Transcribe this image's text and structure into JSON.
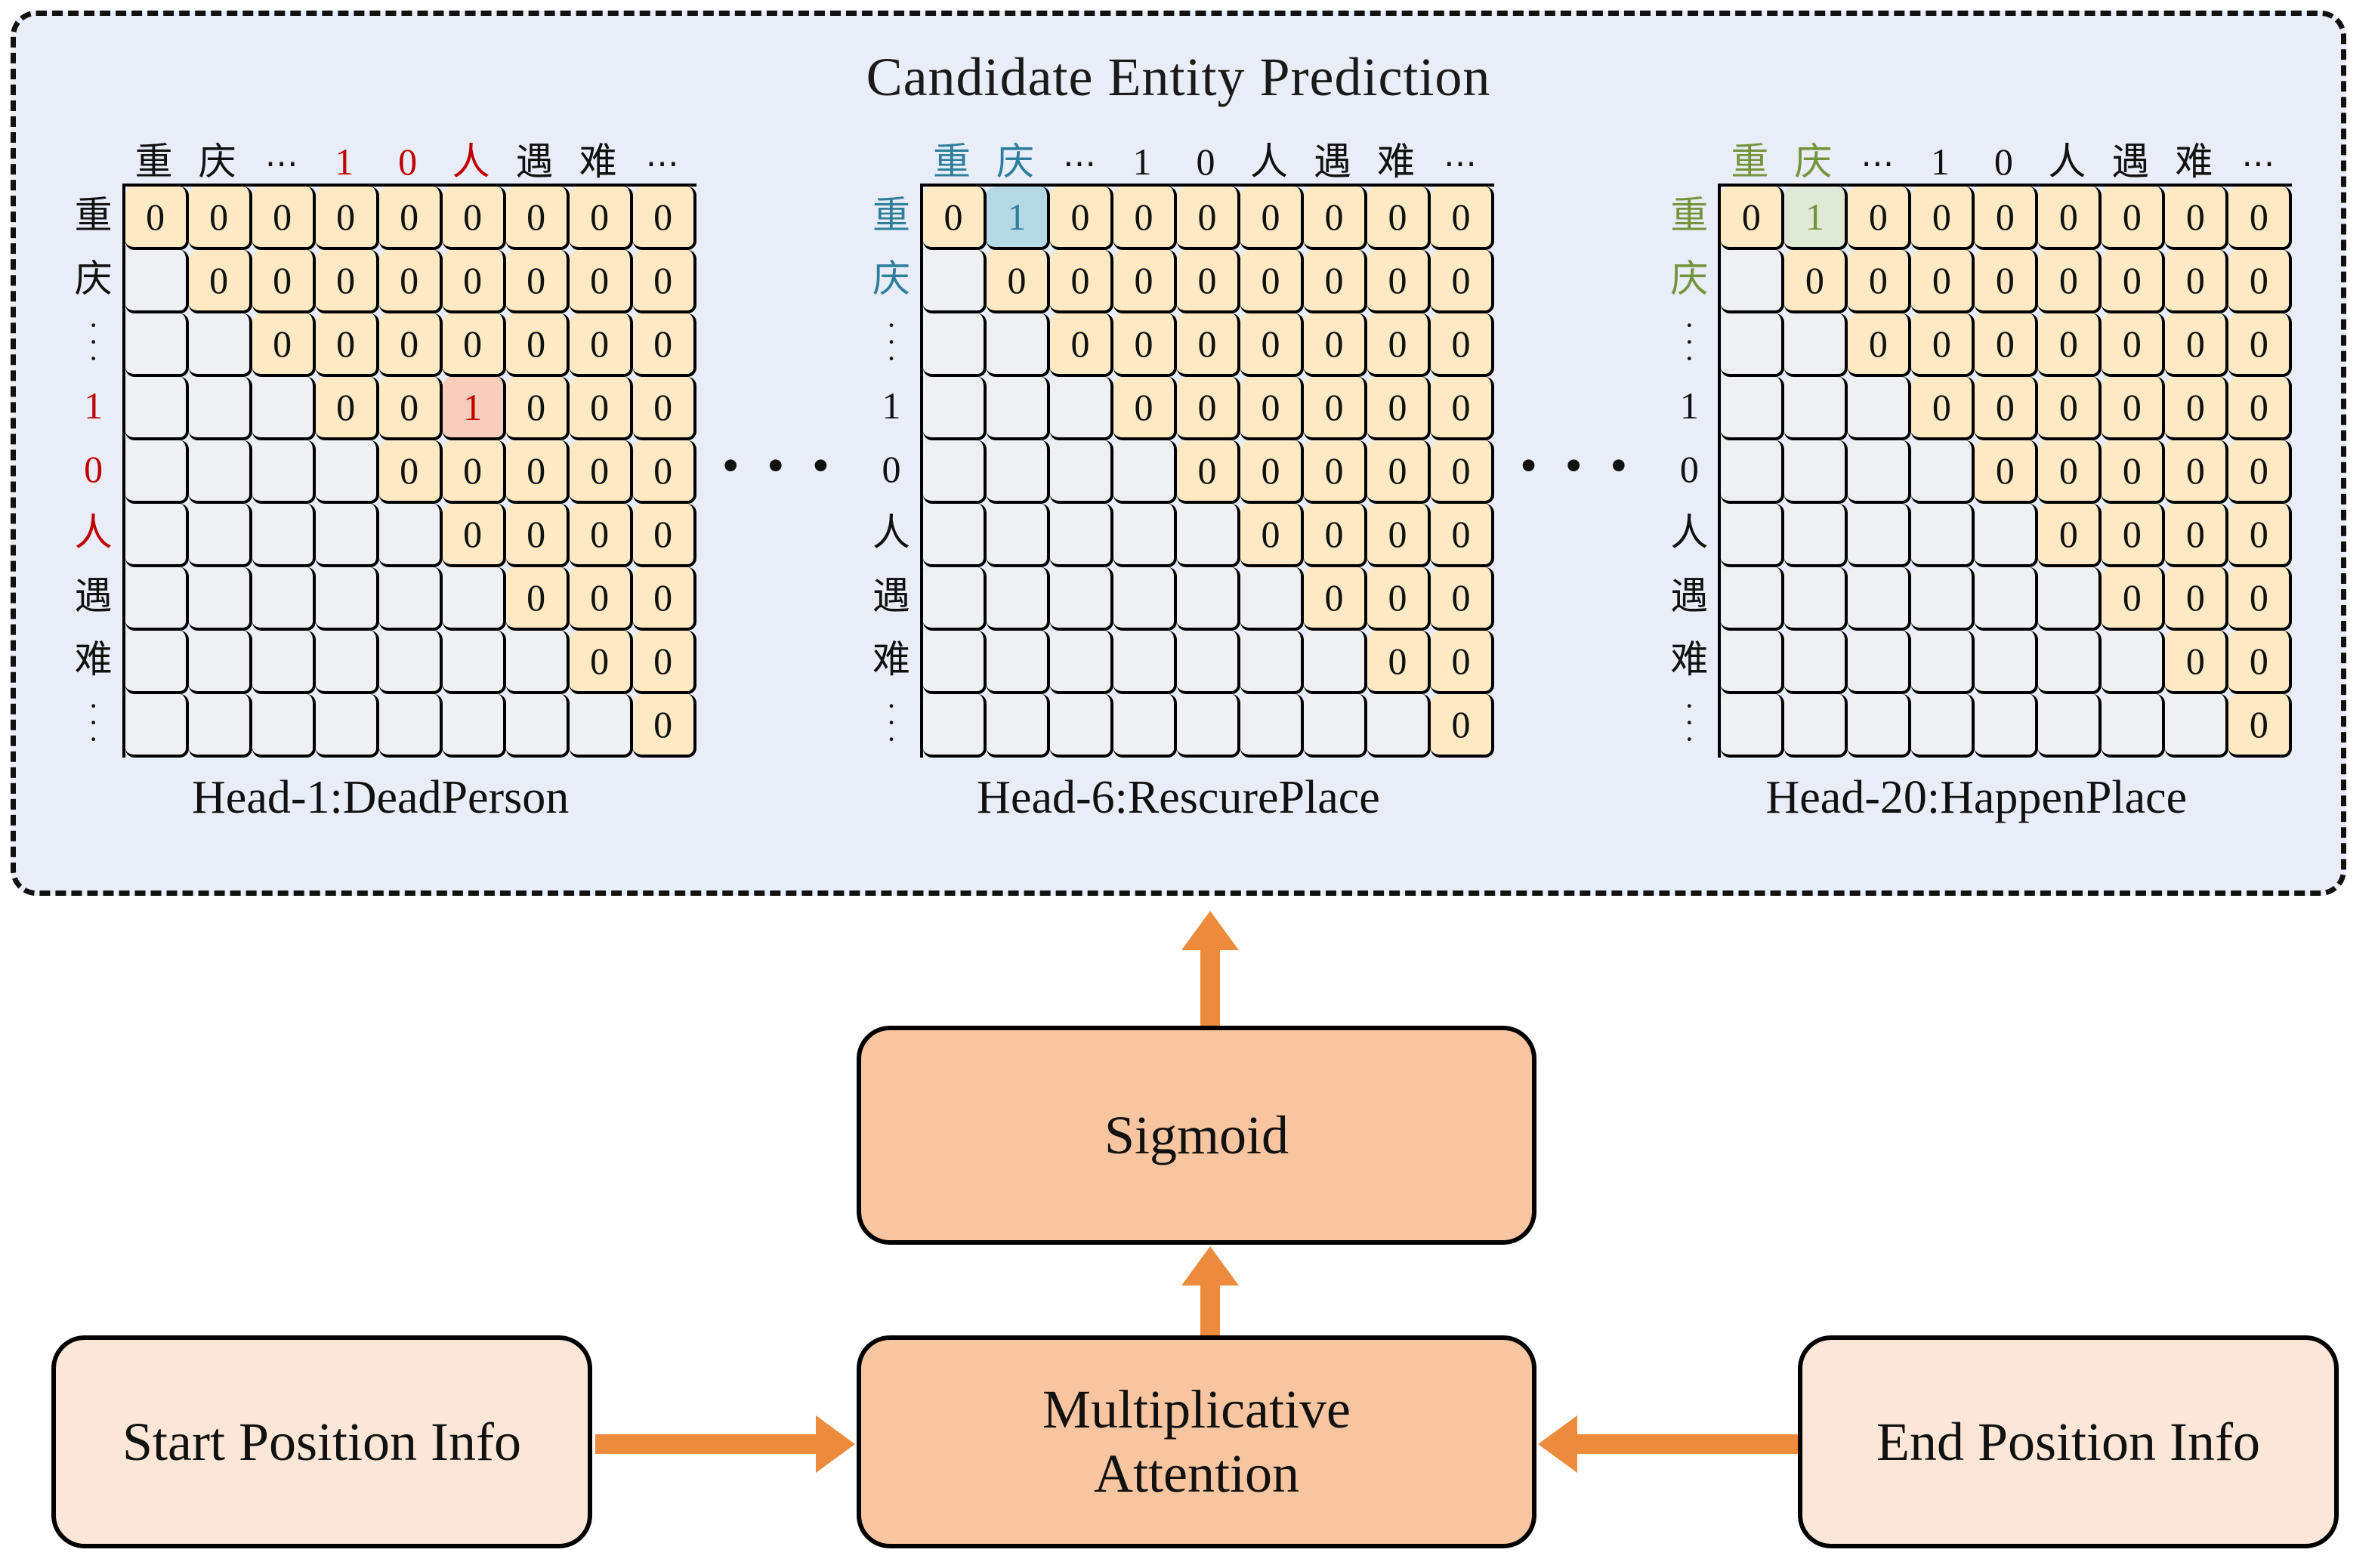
{
  "panel": {
    "title": "Candidate Entity Prediction"
  },
  "colors": {
    "panel_background": "#e8edf7",
    "panel_border": "#111111",
    "cell_zero": "#fdeac4",
    "cell_empty": "#eef0f2",
    "highlight_red": "#f8cdbb",
    "highlight_blue": "#b4d8e4",
    "highlight_green": "#dfe9d6",
    "token_red": "#c00000",
    "token_blue": "#2e7f9b",
    "token_green": "#74943b",
    "arrow_orange": "#ed8b3c",
    "box_fill_dark": "#f7c6a0",
    "box_fill_light": "#fbe6d8"
  },
  "separators": {
    "ellipsis": "•  •  •"
  },
  "matrices": [
    {
      "caption": "Head-1:DeadPerson",
      "size": 9,
      "col_labels": [
        {
          "text": "重",
          "color": "black"
        },
        {
          "text": "庆",
          "color": "black"
        },
        {
          "text": "⋯",
          "color": "black"
        },
        {
          "text": "1",
          "color": "red"
        },
        {
          "text": "0",
          "color": "red"
        },
        {
          "text": "人",
          "color": "red"
        },
        {
          "text": "遇",
          "color": "black"
        },
        {
          "text": "难",
          "color": "black"
        },
        {
          "text": "⋯",
          "color": "black"
        }
      ],
      "row_labels": [
        {
          "text": "重",
          "color": "black"
        },
        {
          "text": "庆",
          "color": "black"
        },
        {
          "text": "⋮",
          "color": "black"
        },
        {
          "text": "1",
          "color": "red"
        },
        {
          "text": "0",
          "color": "red"
        },
        {
          "text": "人",
          "color": "red"
        },
        {
          "text": "遇",
          "color": "black"
        },
        {
          "text": "难",
          "color": "black"
        },
        {
          "text": "⋮",
          "color": "black"
        }
      ],
      "values": [
        [
          "0",
          "0",
          "0",
          "0",
          "0",
          "0",
          "0",
          "0",
          "0"
        ],
        [
          "",
          "0",
          "0",
          "0",
          "0",
          "0",
          "0",
          "0",
          "0"
        ],
        [
          "",
          "",
          "0",
          "0",
          "0",
          "0",
          "0",
          "0",
          "0"
        ],
        [
          "",
          "",
          "",
          "0",
          "0",
          "1",
          "0",
          "0",
          "0"
        ],
        [
          "",
          "",
          "",
          "",
          "0",
          "0",
          "0",
          "0",
          "0"
        ],
        [
          "",
          "",
          "",
          "",
          "",
          "0",
          "0",
          "0",
          "0"
        ],
        [
          "",
          "",
          "",
          "",
          "",
          "",
          "0",
          "0",
          "0"
        ],
        [
          "",
          "",
          "",
          "",
          "",
          "",
          "",
          "0",
          "0"
        ],
        [
          "",
          "",
          "",
          "",
          "",
          "",
          "",
          "",
          "0"
        ]
      ],
      "highlight": {
        "row": 3,
        "col": 5,
        "style": "hl-red"
      }
    },
    {
      "caption": "Head-6:RescurePlace",
      "size": 9,
      "col_labels": [
        {
          "text": "重",
          "color": "blue"
        },
        {
          "text": "庆",
          "color": "blue"
        },
        {
          "text": "⋯",
          "color": "black"
        },
        {
          "text": "1",
          "color": "black"
        },
        {
          "text": "0",
          "color": "black"
        },
        {
          "text": "人",
          "color": "black"
        },
        {
          "text": "遇",
          "color": "black"
        },
        {
          "text": "难",
          "color": "black"
        },
        {
          "text": "⋯",
          "color": "black"
        }
      ],
      "row_labels": [
        {
          "text": "重",
          "color": "blue"
        },
        {
          "text": "庆",
          "color": "blue"
        },
        {
          "text": "⋮",
          "color": "black"
        },
        {
          "text": "1",
          "color": "black"
        },
        {
          "text": "0",
          "color": "black"
        },
        {
          "text": "人",
          "color": "black"
        },
        {
          "text": "遇",
          "color": "black"
        },
        {
          "text": "难",
          "color": "black"
        },
        {
          "text": "⋮",
          "color": "black"
        }
      ],
      "values": [
        [
          "0",
          "1",
          "0",
          "0",
          "0",
          "0",
          "0",
          "0",
          "0"
        ],
        [
          "",
          "0",
          "0",
          "0",
          "0",
          "0",
          "0",
          "0",
          "0"
        ],
        [
          "",
          "",
          "0",
          "0",
          "0",
          "0",
          "0",
          "0",
          "0"
        ],
        [
          "",
          "",
          "",
          "0",
          "0",
          "0",
          "0",
          "0",
          "0"
        ],
        [
          "",
          "",
          "",
          "",
          "0",
          "0",
          "0",
          "0",
          "0"
        ],
        [
          "",
          "",
          "",
          "",
          "",
          "0",
          "0",
          "0",
          "0"
        ],
        [
          "",
          "",
          "",
          "",
          "",
          "",
          "0",
          "0",
          "0"
        ],
        [
          "",
          "",
          "",
          "",
          "",
          "",
          "",
          "0",
          "0"
        ],
        [
          "",
          "",
          "",
          "",
          "",
          "",
          "",
          "",
          "0"
        ]
      ],
      "highlight": {
        "row": 0,
        "col": 1,
        "style": "hl-blue"
      }
    },
    {
      "caption": "Head-20:HappenPlace",
      "size": 9,
      "col_labels": [
        {
          "text": "重",
          "color": "green"
        },
        {
          "text": "庆",
          "color": "green"
        },
        {
          "text": "⋯",
          "color": "black"
        },
        {
          "text": "1",
          "color": "black"
        },
        {
          "text": "0",
          "color": "black"
        },
        {
          "text": "人",
          "color": "black"
        },
        {
          "text": "遇",
          "color": "black"
        },
        {
          "text": "难",
          "color": "black"
        },
        {
          "text": "⋯",
          "color": "black"
        }
      ],
      "row_labels": [
        {
          "text": "重",
          "color": "green"
        },
        {
          "text": "庆",
          "color": "green"
        },
        {
          "text": "⋮",
          "color": "black"
        },
        {
          "text": "1",
          "color": "black"
        },
        {
          "text": "0",
          "color": "black"
        },
        {
          "text": "人",
          "color": "black"
        },
        {
          "text": "遇",
          "color": "black"
        },
        {
          "text": "难",
          "color": "black"
        },
        {
          "text": "⋮",
          "color": "black"
        }
      ],
      "values": [
        [
          "0",
          "1",
          "0",
          "0",
          "0",
          "0",
          "0",
          "0",
          "0"
        ],
        [
          "",
          "0",
          "0",
          "0",
          "0",
          "0",
          "0",
          "0",
          "0"
        ],
        [
          "",
          "",
          "0",
          "0",
          "0",
          "0",
          "0",
          "0",
          "0"
        ],
        [
          "",
          "",
          "",
          "0",
          "0",
          "0",
          "0",
          "0",
          "0"
        ],
        [
          "",
          "",
          "",
          "",
          "0",
          "0",
          "0",
          "0",
          "0"
        ],
        [
          "",
          "",
          "",
          "",
          "",
          "0",
          "0",
          "0",
          "0"
        ],
        [
          "",
          "",
          "",
          "",
          "",
          "",
          "0",
          "0",
          "0"
        ],
        [
          "",
          "",
          "",
          "",
          "",
          "",
          "",
          "0",
          "0"
        ],
        [
          "",
          "",
          "",
          "",
          "",
          "",
          "",
          "",
          "0"
        ]
      ],
      "highlight": {
        "row": 0,
        "col": 1,
        "style": "hl-green"
      }
    }
  ],
  "flow": {
    "sigmoid_label": "Sigmoid",
    "attention_label_line1": "Multiplicative",
    "attention_label_line2": "Attention",
    "start_label": "Start Position Info",
    "end_label": "End Position Info"
  }
}
